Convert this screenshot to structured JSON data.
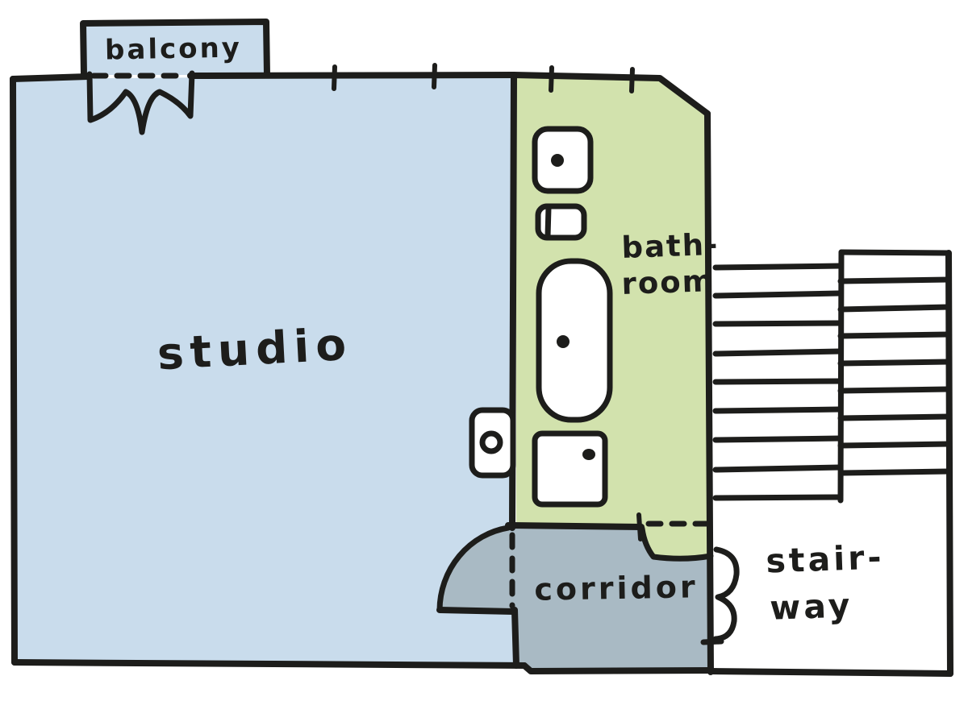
{
  "colors": {
    "studio": "#c9dcec",
    "balcony": "#c9dcec",
    "bathroom": "#d2e2ad",
    "corridor": "#a9bac4",
    "stairway": "#ffffff",
    "wall": "#1d1d1b",
    "background": "#ffffff"
  },
  "rooms": {
    "studio": {
      "label": "studio"
    },
    "balcony": {
      "label": "balcony"
    },
    "bathroom": {
      "label_line1": "bath-",
      "label_line2": "room"
    },
    "corridor": {
      "label": "corridor"
    },
    "stairway": {
      "label_line1": "stair-",
      "label_line2": "way"
    }
  },
  "fixtures": {
    "sink": "sink",
    "toilet": "toilet",
    "bathtub": "bathtub",
    "shower_tray": "shower tray",
    "wall_basin": "wall basin",
    "entry_door": "entry door",
    "balcony_doors": "balcony double doors"
  }
}
